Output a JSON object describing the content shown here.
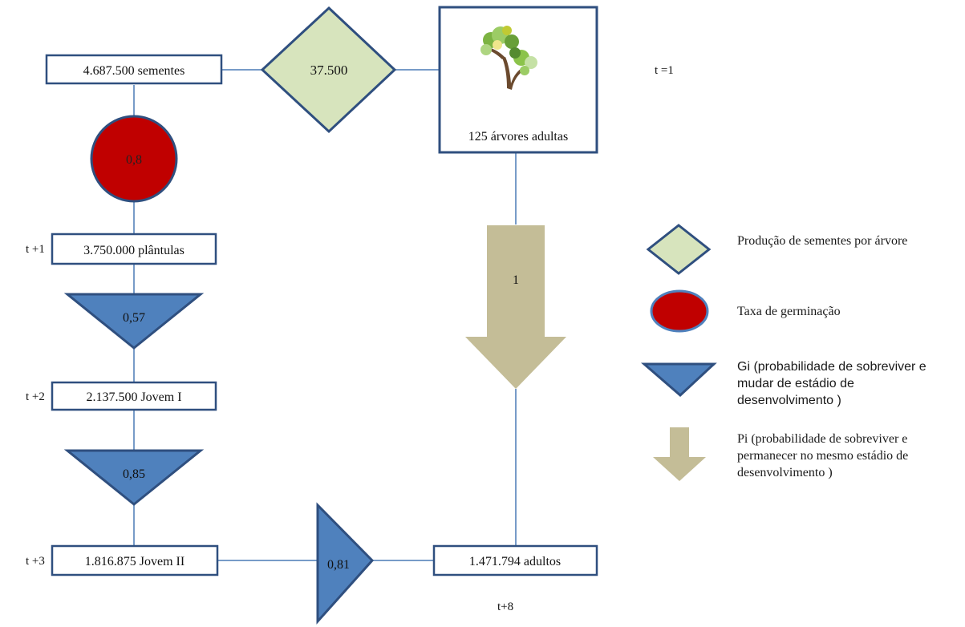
{
  "diagram": {
    "time_labels": {
      "t1": "t =1",
      "t_plus_1": "t +1",
      "t_plus_2": "t +2",
      "t_plus_3": "t +3",
      "t_plus_8": "t+8"
    },
    "nodes": {
      "sementes": "4.687.500  sementes",
      "plantulas": "3.750.000  plântulas",
      "jovem1": "2.137.500  Jovem I",
      "jovem2": "1.816.875  Jovem II",
      "adultos": "1.471.794  adultos",
      "arvores": "125 árvores adultas"
    },
    "rates": {
      "producao_sementes": "37.500",
      "germinacao": "0,8",
      "g_plantulas": "0,57",
      "g_jovem1": "0,85",
      "g_jovem2": "0,81",
      "p_adultos": "1"
    }
  },
  "legend": {
    "diamond": "Produção de sementes por árvore",
    "circle": "Taxa de germinação",
    "triangle": "Gi (probabilidade de sobreviver e mudar de estádio de desenvolvimento )",
    "arrow": "Pi (probabilidade de sobreviver e permanecer no mesmo estádio de desenvolvimento )"
  },
  "colors": {
    "box_border": "#2f4f7f",
    "line": "#4a7ab5",
    "diamond_fill": "#d7e4bd",
    "circle_fill": "#c00000",
    "triangle_fill": "#4f81bd",
    "arrow_fill": "#c4bd97",
    "tree_icon": "tree-icon"
  }
}
